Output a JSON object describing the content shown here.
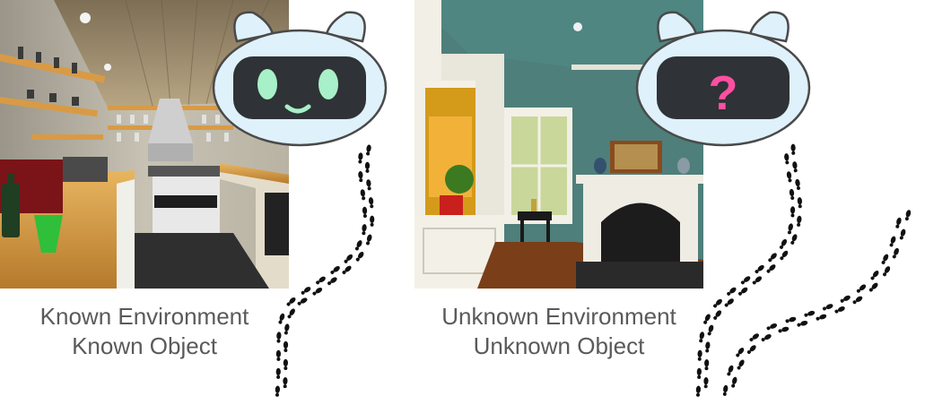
{
  "left_panel": {
    "caption_line1": "Known Environment",
    "caption_line2": "Known Object",
    "image_subject": "kitchen-scene",
    "robot_face": "smiling-face",
    "robot_eye_color": "#a8f0c8",
    "robot_mouth_color": "#a8f0c8"
  },
  "right_panel": {
    "caption_line1": "Unknown Environment",
    "caption_line2": "Unknown Object",
    "image_subject": "living-room-with-fireplace",
    "robot_face": "question-mark",
    "question_text": "?",
    "question_color": "#ff4fa0"
  },
  "colors": {
    "robot_head": "#dff1fb",
    "robot_outline": "#4a4a4a",
    "robot_visor": "#2f3236",
    "footprints": "#111111"
  },
  "icons": [
    "robot-head-icon",
    "footprints-trail-icon"
  ]
}
